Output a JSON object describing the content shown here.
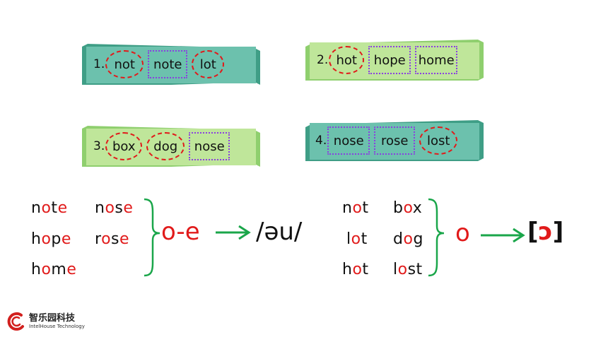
{
  "banners": [
    {
      "number": "1.",
      "words": [
        {
          "text": "not",
          "mark": "circle"
        },
        {
          "text": "note",
          "mark": "square"
        },
        {
          "text": "lot",
          "mark": "circle"
        }
      ]
    },
    {
      "number": "2.",
      "words": [
        {
          "text": "hot",
          "mark": "circle"
        },
        {
          "text": "hope",
          "mark": "square"
        },
        {
          "text": "home",
          "mark": "square"
        }
      ]
    },
    {
      "number": "3.",
      "words": [
        {
          "text": "box",
          "mark": "circle"
        },
        {
          "text": "dog",
          "mark": "circle"
        },
        {
          "text": "nose",
          "mark": "square"
        }
      ]
    },
    {
      "number": "4.",
      "words": [
        {
          "text": "nose",
          "mark": "square"
        },
        {
          "text": "rose",
          "mark": "square"
        },
        {
          "text": "lost",
          "mark": "circle"
        }
      ]
    }
  ],
  "left_group": {
    "words": [
      {
        "pre": "n",
        "hl": "o",
        "mid": "t",
        "hl2": "e",
        "post": ""
      },
      {
        "pre": "n",
        "hl": "o",
        "mid": "s",
        "hl2": "e",
        "post": ""
      },
      {
        "pre": "h",
        "hl": "o",
        "mid": "p",
        "hl2": "e",
        "post": ""
      },
      {
        "pre": "r",
        "hl": "o",
        "mid": "s",
        "hl2": "e",
        "post": ""
      },
      {
        "pre": "h",
        "hl": "o",
        "mid": "m",
        "hl2": "e",
        "post": ""
      }
    ],
    "rule": "o-e",
    "phonetic": "/əu/"
  },
  "right_group": {
    "words": [
      {
        "pre": "n",
        "hl": "o",
        "post": "t"
      },
      {
        "pre": "b",
        "hl": "o",
        "post": "x"
      },
      {
        "pre": "l",
        "hl": "o",
        "post": "t"
      },
      {
        "pre": "d",
        "hl": "o",
        "post": "g"
      },
      {
        "pre": "h",
        "hl": "o",
        "post": "t"
      },
      {
        "pre": "l",
        "hl": "o",
        "post": "st"
      }
    ],
    "rule": "o",
    "phonetic_open": "[",
    "phonetic_symbol": "ɔ",
    "phonetic_close": "]"
  },
  "colors": {
    "accent": "#e11a1a",
    "arrow": "#1aa64a",
    "circle": "#e11a1a",
    "square": "#8a3fe0",
    "banner_teal": "#5fb9a4",
    "banner_green": "#b5e08f"
  },
  "logo": {
    "cn": "智乐园科技",
    "en": "IntelHouse Technology"
  }
}
